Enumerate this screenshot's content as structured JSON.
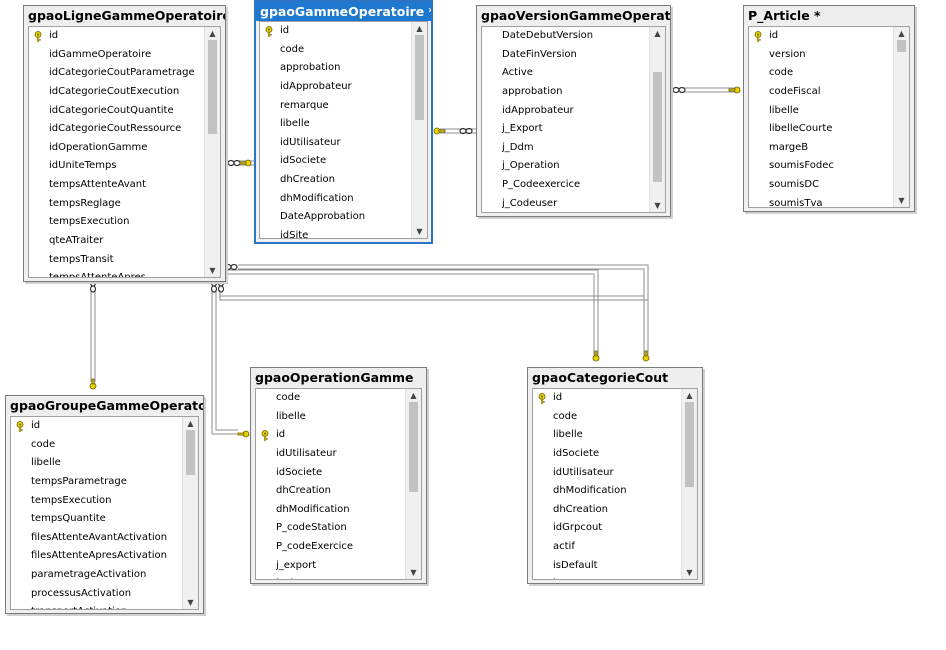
{
  "tables": [
    {
      "id": "t1",
      "title": "gpaoLigneGammeOperatoire",
      "keys": [
        0
      ],
      "rows": [
        "id",
        "idGammeOperatoire",
        "idCategorieCoutParametrage",
        "idCategorieCoutExecution",
        "idCategorieCoutQuantite",
        "idCategorieCoutRessource",
        "idOperationGamme",
        "idUniteTemps",
        "tempsAttenteAvant",
        "tempsReglage",
        "tempsExecution",
        "qteATraiter",
        "tempsTransit",
        "tempsAttenteApres"
      ]
    },
    {
      "id": "t2",
      "title": "gpaoGammeOperatoire *",
      "keys": [
        0
      ],
      "rows": [
        "id",
        "code",
        "approbation",
        "idApprobateur",
        "remarque",
        "libelle",
        "idUtilisateur",
        "idSociete",
        "dhCreation",
        "dhModification",
        "DateApprobation",
        "idSite"
      ]
    },
    {
      "id": "t3",
      "title": "gpaoVersionGammeOperatoire",
      "keys": [],
      "rows": [
        "DateDebutVersion",
        "DateFinVersion",
        "Active",
        "approbation",
        "idApprobateur",
        "j_Export",
        "j_Ddm",
        "j_Operation",
        "P_Codeexercice",
        "j_Codeuser"
      ]
    },
    {
      "id": "t4",
      "title": "P_Article *",
      "keys": [
        0
      ],
      "rows": [
        "id",
        "version",
        "code",
        "codeFiscal",
        "libelle",
        "libelleCourte",
        "margeB",
        "soumisFodec",
        "soumisDC",
        "soumisTva"
      ]
    },
    {
      "id": "t5",
      "title": "gpaoGroupeGammeOperatoire",
      "keys": [
        0
      ],
      "rows": [
        "id",
        "code",
        "libelle",
        "tempsParametrage",
        "tempsExecution",
        "tempsQuantite",
        "filesAttenteAvantActivation",
        "filesAttenteApresActivation",
        "parametrageActivation",
        "processusActivation",
        "transportActivation"
      ]
    },
    {
      "id": "t6",
      "title": "gpaoOperationGamme",
      "keys": [
        2
      ],
      "rows": [
        "code",
        "libelle",
        "id",
        "idUtilisateur",
        "idSociete",
        "dhCreation",
        "dhModification",
        "P_codeStation",
        "P_codeExercice",
        "j_export",
        "j_Id"
      ]
    },
    {
      "id": "t7",
      "title": "gpaoCategorieCout",
      "keys": [
        0
      ],
      "rows": [
        "id",
        "code",
        "libelle",
        "idSociete",
        "idUtilisateur",
        "dhModification",
        "dhCreation",
        "idGrpcout",
        "actif",
        "isDefault",
        "isPermanent"
      ]
    }
  ]
}
